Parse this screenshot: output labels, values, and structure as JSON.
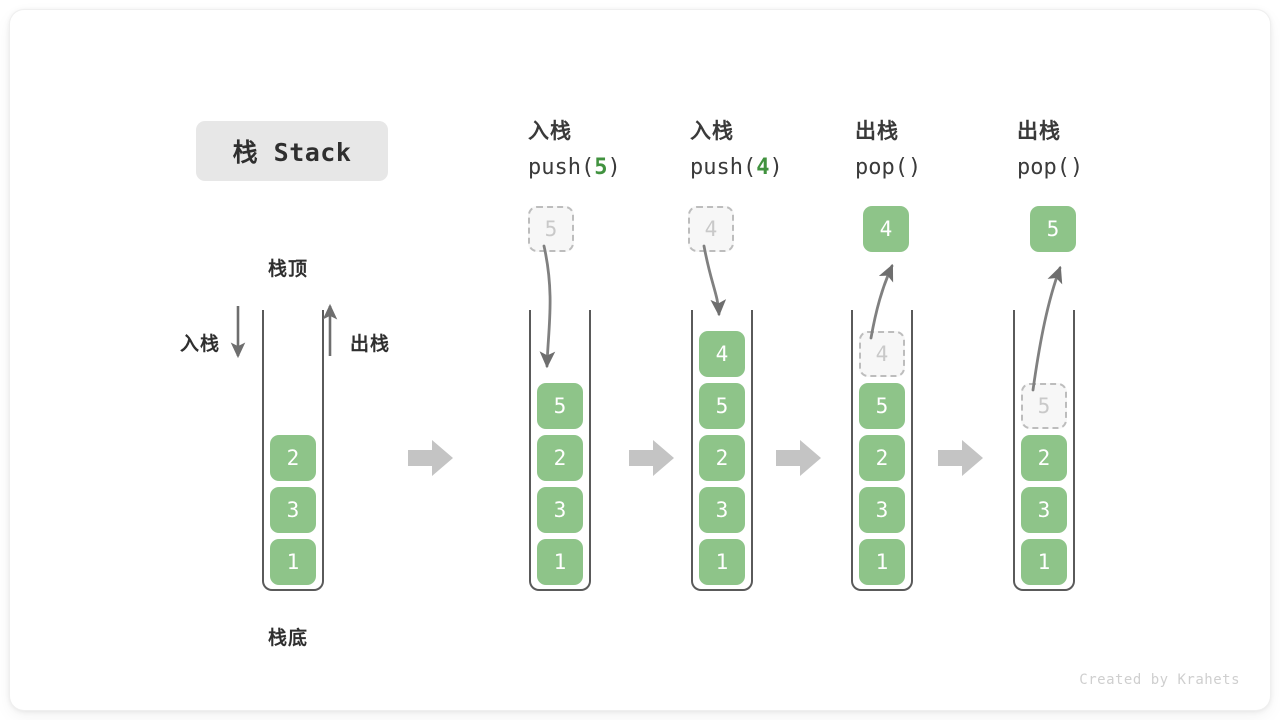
{
  "title": "栈 Stack",
  "footer": "Created by Krahets",
  "colors": {
    "element_fill": "#8ec489",
    "element_text": "#ffffff",
    "ghost_fill": "#f7f7f7",
    "ghost_border": "#bdbdbd",
    "ghost_text": "#c9c9c9",
    "accent_green": "#41923f",
    "tube_border": "#5a5a5a",
    "block_arrow": "#c4c4c4",
    "chip_bg": "#e7e7e7",
    "card_bg": "#ffffff",
    "label_text": "#2f2f2f",
    "footer_text": "#cfcfcf"
  },
  "base_stack": {
    "top_label": "栈顶",
    "bottom_label": "栈底",
    "push_label": "入栈",
    "pop_label": "出栈",
    "elements": [
      "2",
      "3",
      "1"
    ]
  },
  "steps": [
    {
      "id": "push-5",
      "op_cn": "入栈",
      "op_code_prefix": "push(",
      "op_code_arg": "5",
      "op_code_suffix": ")",
      "floating": {
        "value": "5",
        "style": "ghost",
        "position": "above"
      },
      "arrow_direction": "down-into-stack",
      "elements": [
        "5",
        "2",
        "3",
        "1"
      ],
      "ghost_in_stack": null
    },
    {
      "id": "push-4",
      "op_cn": "入栈",
      "op_code_prefix": "push(",
      "op_code_arg": "4",
      "op_code_suffix": ")",
      "floating": {
        "value": "4",
        "style": "ghost",
        "position": "above"
      },
      "arrow_direction": "down-into-stack",
      "elements": [
        "4",
        "5",
        "2",
        "3",
        "1"
      ],
      "ghost_in_stack": null
    },
    {
      "id": "pop-1",
      "op_cn": "出栈",
      "op_code_prefix": "pop(",
      "op_code_arg": "",
      "op_code_suffix": ")",
      "floating": {
        "value": "4",
        "style": "solid",
        "position": "above"
      },
      "arrow_direction": "up-out-of-stack",
      "elements": [
        "5",
        "2",
        "3",
        "1"
      ],
      "ghost_in_stack": "4"
    },
    {
      "id": "pop-2",
      "op_cn": "出栈",
      "op_code_prefix": "pop(",
      "op_code_arg": "",
      "op_code_suffix": ")",
      "floating": {
        "value": "5",
        "style": "solid",
        "position": "above"
      },
      "arrow_direction": "up-out-of-stack",
      "elements": [
        "2",
        "3",
        "1"
      ],
      "ghost_in_stack": "5"
    }
  ],
  "flow_arrows": 4,
  "icons": {
    "block_arrow": "block-arrow-right-icon",
    "push_arrow": "arrow-down-icon",
    "pop_arrow": "arrow-up-icon"
  }
}
